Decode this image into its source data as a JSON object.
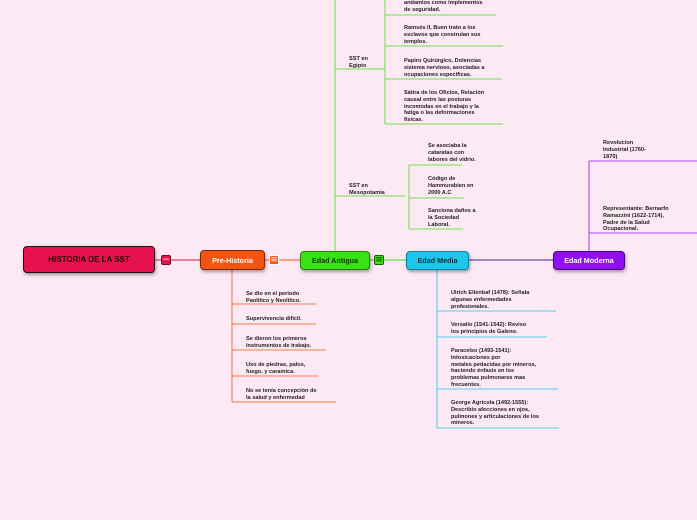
{
  "root": {
    "label": "HISTORIA DE LA SST"
  },
  "prehistoria": {
    "label": "Pre-Historia",
    "items": [
      "Se dio en el periodo\nPaolitico y Neolítico.",
      "Supervivencia dificil.",
      "Se dieron los primeros\ninstrumentos de trabajo.",
      "Uso de piedras, palos,\nfuego, y caramica.",
      "No se tenía concepción de\nla salud y enfermedad"
    ]
  },
  "antigua": {
    "label": "Edad Antigua",
    "egipto": {
      "label": "SST en\nEgipto",
      "items": [
        "andamios como implementos\nde seguridad.",
        "Ramsés II, Buen trato a los\n esclavos que construían sus\ntemplos.",
        "Papiro Quirúrgico, Dolencias\nsistema nervioso, asociadas a\nocupaciones especificas.",
        "Sátira de los Oficios, Relación\ncausal entre las posturas\nincomodas en el trabajo y la\nfatiga o las deformaciones\nfísicas."
      ]
    },
    "mesopotamia": {
      "label": "SST en\nMesopotamia",
      "items": [
        "Se asociaba la\ncataratas con\nlabores del vidrio.",
        "Código de\nHammurabien en\n2000 A.C",
        "Sanciona daños a\nla Sociedad\nLaboral."
      ]
    }
  },
  "media": {
    "label": "Edad Media",
    "items": [
      "Ulrich Ellenbaf (1478): Señala\nalgunas enfermedades\nprofesionales.",
      "Versalio (1541-1542): Reviso\nlos principios de Galeno.",
      "Paracelso (1493-1541):\nIntoxicaciones por\n metales pedacidas por mineros,\nhaciendo énfasis en los\nproblemas pulmonares mas\nfrecuentes.",
      "George Agricola (1492-1555):\nDescribio afecciones en ojos,\npulmones y articulaciones de los\nmineros."
    ]
  },
  "moderna": {
    "label": "Edad Moderna",
    "items": [
      "Revolucion\nIndustrial (1760-\n1870)",
      "Representante: Bernarfo\nRamazzini (1622-1714),\nPadre de la Salud\nOcupacional."
    ]
  },
  "colors": {
    "background": "#fde9f3",
    "root": "#e8114f",
    "prehistoria": "#f55410",
    "antigua": "#38e214",
    "media": "#1cc7ec",
    "moderna": "#8f0ff0",
    "link": "#451f99"
  },
  "icons": {
    "toggle": "collapse-minus-icon"
  }
}
